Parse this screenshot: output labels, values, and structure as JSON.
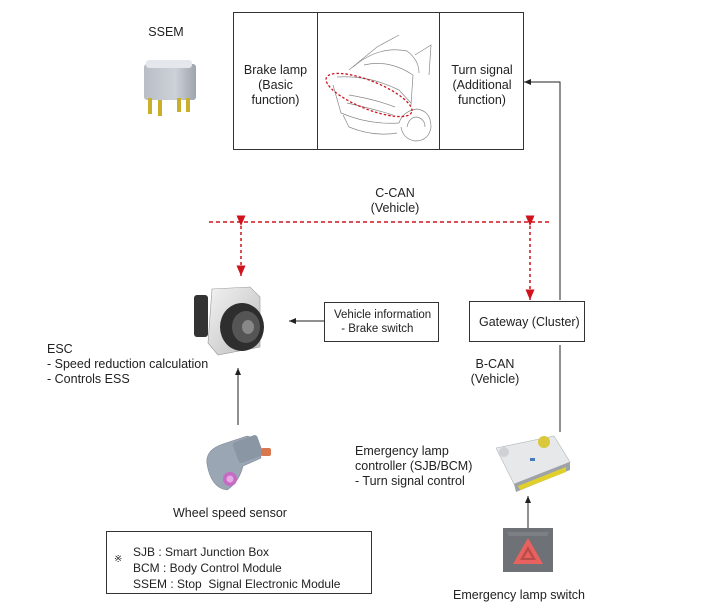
{
  "diagram": {
    "ssem": {
      "label": "SSEM"
    },
    "top_panel": {
      "brake_lamp": [
        "Brake lamp",
        "(Basic",
        "function)"
      ],
      "turn_signal": [
        "Turn signal",
        "(Additional",
        "function)"
      ]
    },
    "c_can": {
      "line1": "C-CAN",
      "line2": "(Vehicle)"
    },
    "b_can": {
      "line1": "B-CAN",
      "line2": "(Vehicle)"
    },
    "esc": {
      "title": "ESC",
      "items": [
        "- Speed reduction calculation",
        "- Controls ESS"
      ]
    },
    "vehicle_info": {
      "line1": "Vehicle information",
      "line2": " - Brake switch"
    },
    "gateway": {
      "label": "Gateway (Cluster)"
    },
    "emergency_controller": {
      "lines": [
        "Emergency lamp",
        "controller (SJB/BCM)",
        "- Turn signal control"
      ]
    },
    "wheel_speed_sensor": {
      "label": "Wheel speed sensor"
    },
    "emergency_switch": {
      "label": "Emergency lamp switch"
    },
    "legend": {
      "symbol": "※",
      "entries": [
        "SJB : Smart Junction Box",
        "BCM : Body Control Module",
        "SSEM : Stop  Signal Electronic Module"
      ]
    },
    "colors": {
      "can_bus": "#d0121b",
      "lines": "#333333",
      "hazard": "#e8615e"
    }
  }
}
